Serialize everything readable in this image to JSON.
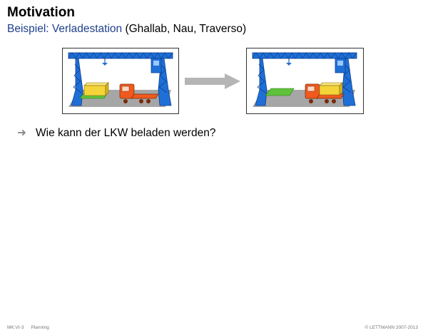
{
  "slide": {
    "title": "Motivation",
    "subtitle_head": "Beispiel: Verladestation",
    "subtitle_tail": " (Ghallab, Nau, Traverso)"
  },
  "bullets": [
    {
      "marker": "➜",
      "text": "Wie kann der LKW beladen werden?"
    }
  ],
  "footer": {
    "course": "MK:VI-3",
    "topic": "Planning",
    "copyright": "© LETTMANN 2007-2013"
  },
  "colors": {
    "crane": "#1f6fd6",
    "crane_dark": "#0c3f8f",
    "container": "#f5d43a",
    "truck": "#f05a1e",
    "pad": "#5fc23a",
    "floor": "#a6a6a6",
    "arrow": "#b5b5b5",
    "accent": "#1f3f8c"
  },
  "icons": {
    "before_scene": "loading-station-before-icon",
    "after_scene": "loading-station-after-icon",
    "transition": "right-arrow-icon"
  }
}
